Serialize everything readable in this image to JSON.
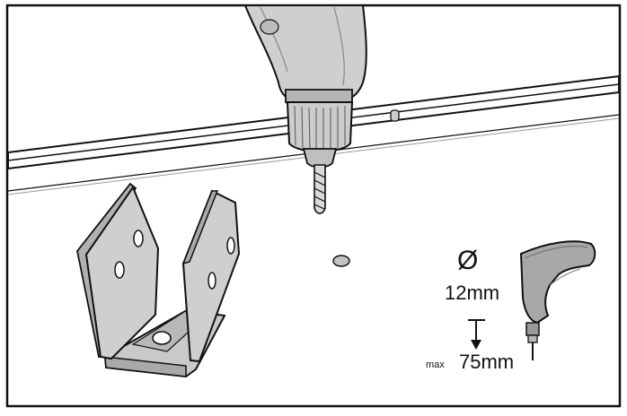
{
  "callout": {
    "diameter_symbol": "Ø",
    "diameter_value": "12mm",
    "depth_prefix": "max",
    "depth_value": "75mm"
  },
  "icons": {
    "main_drill": "power-drill-icon",
    "small_drill": "small-drill-icon",
    "bracket": "u-bracket-icon",
    "depth_arrow": "depth-arrow-icon",
    "pilot_hole": "pilot-hole-icon"
  },
  "colors": {
    "outline": "#111111",
    "drill_grey": "#c8c8c8",
    "drill_dark": "#8a8a8a",
    "bracket_grey": "#c9c9c9",
    "small_drill_grey": "#a8a8a8"
  }
}
